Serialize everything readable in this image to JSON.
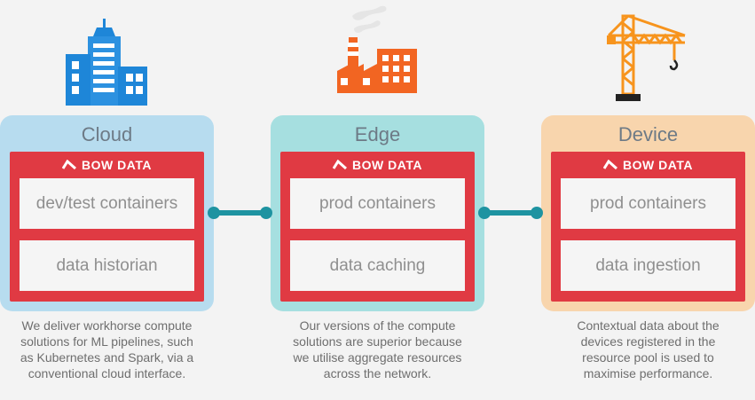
{
  "brand": "BOW DATA",
  "colors": {
    "bow_red": "#e03a43",
    "connector": "#1e93a1",
    "cloud_panel": "#b7dcef",
    "edge_panel": "#a6dfe0",
    "device_panel": "#f8d5ad",
    "cloud_icon": "#1e86d8",
    "factory_icon": "#f26522",
    "crane_icon": "#f7941d"
  },
  "columns": [
    {
      "id": "cloud",
      "icon": "office-building-icon",
      "title": "Cloud",
      "items": [
        "dev/test containers",
        "data historian"
      ],
      "description": [
        "We deliver workhorse compute",
        "solutions for ML pipelines, such",
        "as Kubernetes and Spark, via a",
        "conventional cloud interface."
      ]
    },
    {
      "id": "edge",
      "icon": "factory-icon",
      "title": "Edge",
      "items": [
        "prod containers",
        "data caching"
      ],
      "description": [
        "Our versions of the compute",
        "solutions are superior because",
        "we utilise aggregate resources",
        "across the network."
      ]
    },
    {
      "id": "device",
      "icon": "crane-icon",
      "title": "Device",
      "items": [
        "prod containers",
        "data ingestion"
      ],
      "description": [
        "Contextual data about the",
        "devices registered in the",
        "resource pool is used to",
        "maximise performance."
      ]
    }
  ]
}
